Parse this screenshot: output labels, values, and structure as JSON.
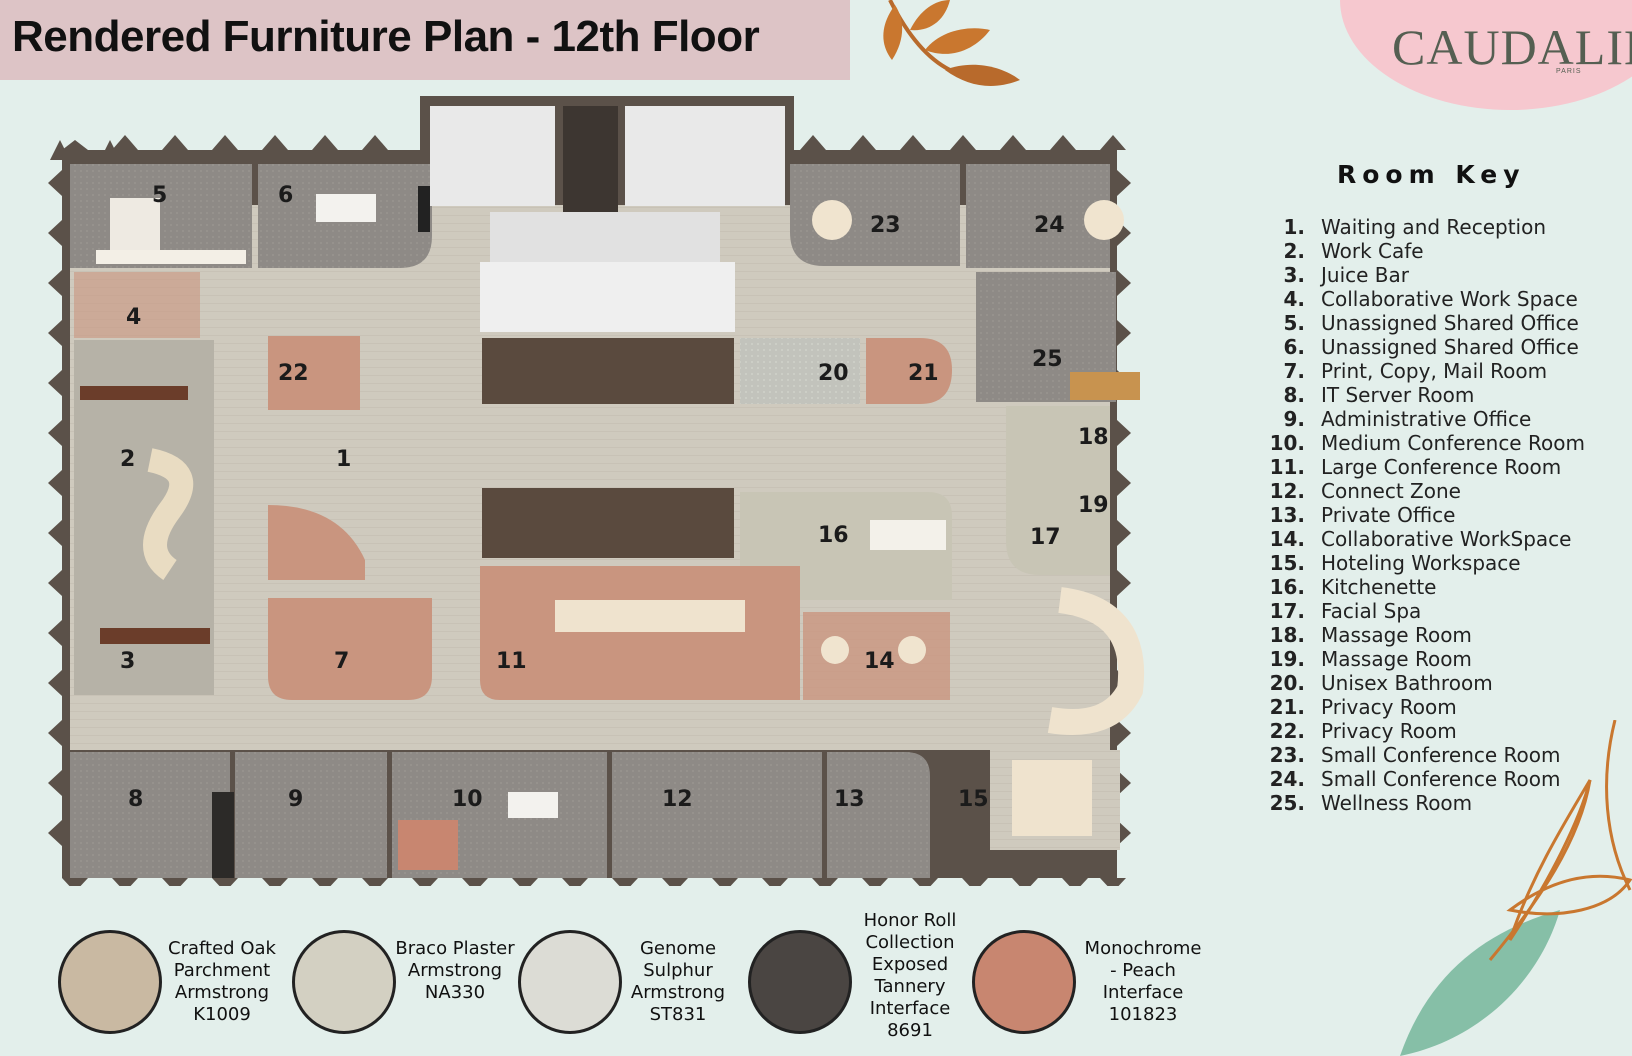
{
  "header": {
    "title": "Rendered Furniture Plan - 12th Floor"
  },
  "brand": {
    "name": "CAUDALIE",
    "subtitle": "PARIS"
  },
  "plan_labels": [
    "1",
    "2",
    "3",
    "4",
    "5",
    "6",
    "7",
    "8",
    "9",
    "10",
    "11",
    "12",
    "13",
    "14",
    "15",
    "16",
    "17",
    "18",
    "19",
    "20",
    "21",
    "22",
    "23",
    "24",
    "25"
  ],
  "room_key": {
    "title": "Room Key",
    "items": [
      {
        "num": "1.",
        "name": "Waiting and Reception"
      },
      {
        "num": "2.",
        "name": "Work Cafe"
      },
      {
        "num": "3.",
        "name": "Juice Bar"
      },
      {
        "num": "4.",
        "name": "Collaborative Work Space"
      },
      {
        "num": "5.",
        "name": "Unassigned Shared Office"
      },
      {
        "num": "6.",
        "name": "Unassigned Shared Office"
      },
      {
        "num": "7.",
        "name": "Print, Copy, Mail Room"
      },
      {
        "num": "8.",
        "name": "IT Server Room"
      },
      {
        "num": "9.",
        "name": "Administrative Office"
      },
      {
        "num": "10.",
        "name": "Medium Conference Room"
      },
      {
        "num": "11.",
        "name": "Large Conference Room"
      },
      {
        "num": "12.",
        "name": "Connect Zone"
      },
      {
        "num": "13.",
        "name": "Private Office"
      },
      {
        "num": "14.",
        "name": "Collaborative WorkSpace"
      },
      {
        "num": "15.",
        "name": "Hoteling Workspace"
      },
      {
        "num": "16.",
        "name": "Kitchenette"
      },
      {
        "num": "17.",
        "name": "Facial Spa"
      },
      {
        "num": "18.",
        "name": "Massage Room"
      },
      {
        "num": "19.",
        "name": "Massage Room"
      },
      {
        "num": "20.",
        "name": "Unisex Bathroom"
      },
      {
        "num": "21.",
        "name": "Privacy Room"
      },
      {
        "num": "22.",
        "name": "Privacy Room"
      },
      {
        "num": "23.",
        "name": "Small Conference Room"
      },
      {
        "num": "24.",
        "name": "Small Conference Room"
      },
      {
        "num": "25.",
        "name": "Wellness Room"
      }
    ]
  },
  "materials": [
    {
      "label1": "Crafted Oak",
      "label2": "Parchment",
      "label3": "Armstrong",
      "label4": "K1009",
      "color": "#c9b9a2"
    },
    {
      "label1": "Braco Plaster",
      "label2": "Armstrong",
      "label3": "NA330",
      "label4": "",
      "color": "#d3d0c2"
    },
    {
      "label1": "Genome",
      "label2": "Sulphur",
      "label3": "Armstrong",
      "label4": "ST831",
      "color": "#dcdcd5"
    },
    {
      "label1": "Honor Roll",
      "label2": "Collection",
      "label3": "Exposed",
      "label4": "Tannery",
      "label5": "Interface",
      "label6": "8691",
      "color": "#4a4542"
    },
    {
      "label1": "Monochrome",
      "label2": "- Peach",
      "label3": "Interface",
      "label4": "101823",
      "color": "#c88670"
    }
  ],
  "colors": {
    "wall": "#5b5149",
    "floor": "#cdc8bd",
    "carpet": "#8f8b88",
    "peach": "#c9957f",
    "cabinet": "#4a403a",
    "tile": "#bbbcb5"
  }
}
